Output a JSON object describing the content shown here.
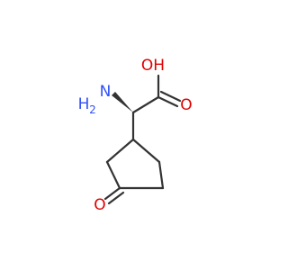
{
  "molecule": {
    "atoms": {
      "hydroxyl": {
        "text": "OH"
      },
      "carbonyl_acid": {
        "text": "O"
      },
      "ketone": {
        "text": "O"
      },
      "amine_h": {
        "text": "H"
      },
      "amine_sub": {
        "text": "2"
      },
      "amine_n": {
        "text": "N"
      }
    }
  },
  "colors": {
    "bond": "#333333",
    "oxygen": "#e00000",
    "nitrogen": "#3050f8"
  }
}
